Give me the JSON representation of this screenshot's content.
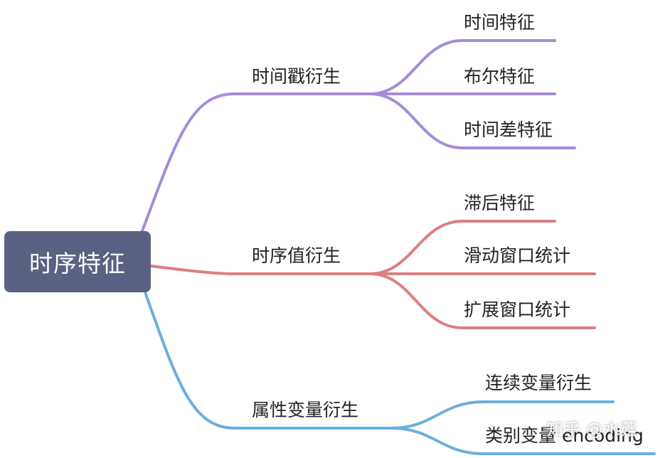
{
  "root": {
    "label": "时序特征",
    "color": "#5a6182"
  },
  "branches": [
    {
      "label": "时间戳衍生",
      "color": "#a58cd9",
      "children": [
        {
          "label": "时间特征"
        },
        {
          "label": "布尔特征"
        },
        {
          "label": "时间差特征"
        }
      ]
    },
    {
      "label": "时序值衍生",
      "color": "#dd7f80",
      "children": [
        {
          "label": "滞后特征"
        },
        {
          "label": "滑动窗口统计"
        },
        {
          "label": "扩展窗口统计"
        }
      ]
    },
    {
      "label": "属性变量衍生",
      "color": "#6aaee0",
      "children": [
        {
          "label": "连续变量衍生"
        },
        {
          "label": "类别变量 encoding"
        }
      ]
    }
  ],
  "watermark": "知乎 @水菇"
}
